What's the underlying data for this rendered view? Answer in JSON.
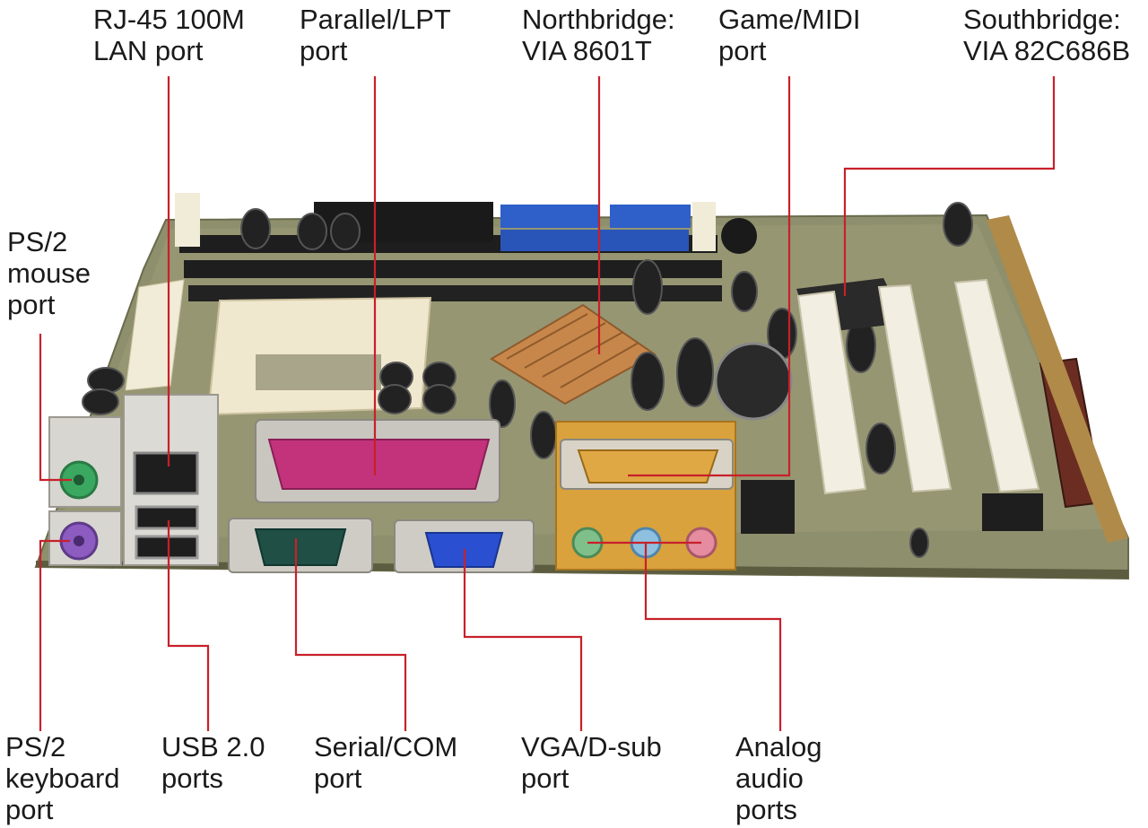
{
  "labels": {
    "rj45": [
      "RJ-45 100M",
      "LAN port"
    ],
    "parallel": [
      "Parallel/LPT",
      "port"
    ],
    "northbridge": [
      "Northbridge:",
      "VIA 8601T"
    ],
    "game_midi": [
      "Game/MIDI",
      "port"
    ],
    "southbridge": [
      "Southbridge:",
      "VIA 82C686B"
    ],
    "ps2_mouse": [
      "PS/2",
      "mouse",
      "port"
    ],
    "ps2_keyboard": [
      "PS/2",
      "keyboard",
      "port"
    ],
    "usb": [
      "USB 2.0",
      "ports"
    ],
    "serial": [
      "Serial/COM",
      "port"
    ],
    "vga": [
      "VGA/D-sub",
      "port"
    ],
    "audio": [
      "Analog",
      "audio",
      "ports"
    ]
  },
  "colors": {
    "leader_line": "#c8202a",
    "board_green": "#8a8d6a",
    "parallel_port": "#c2337c",
    "game_port": "#d9a23c",
    "vga_port": "#2a4fd0",
    "serial_port": "#1f4f45",
    "audio_green": "#7fc08a",
    "audio_blue": "#8fc0e0",
    "audio_pink": "#e58ca0",
    "ps2_mouse": "#3aa860",
    "ps2_keyboard": "#8c5cc0"
  }
}
